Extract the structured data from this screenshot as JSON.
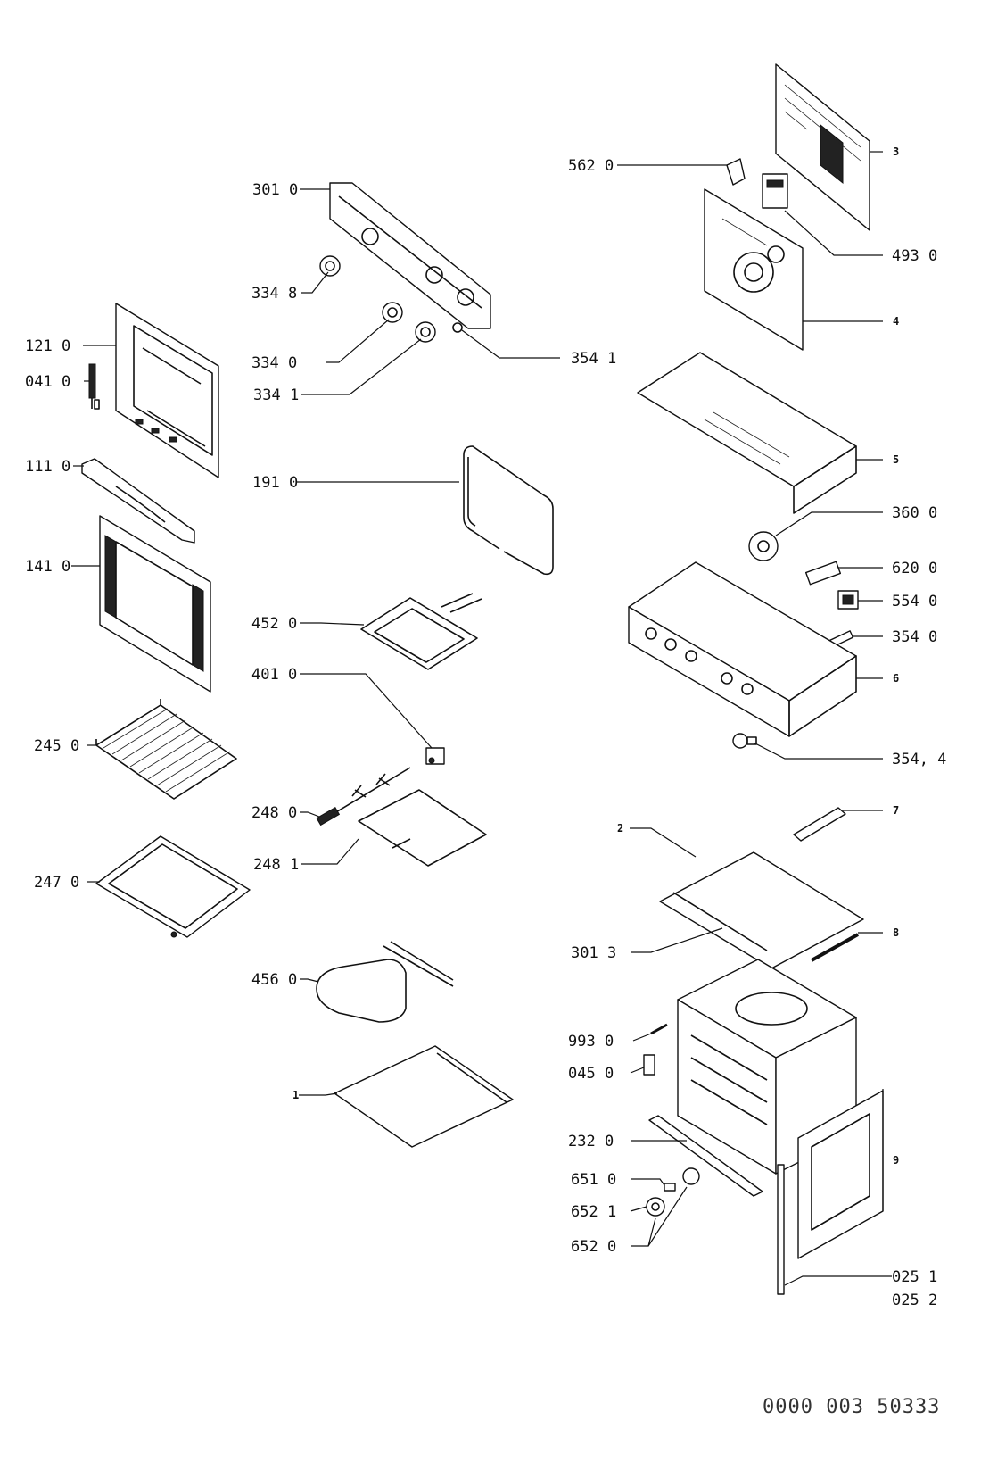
{
  "callouts": {
    "p3010": "301 0",
    "p3348": "334 8",
    "p3340": "334 0",
    "p3341": "334 1",
    "p3541": "354 1",
    "p1210": "121 0",
    "p0410": "041 0",
    "p1110": "111 0",
    "p1410": "141 0",
    "p1910": "191 0",
    "p4520": "452 0",
    "p4010": "401 0",
    "p2450": "245 0",
    "p2480": "248 0",
    "p2481": "248 1",
    "p2470": "247 0",
    "p4560": "456 0",
    "p1": "1",
    "p5620": "562 0",
    "p3": "3",
    "p4930": "493 0",
    "p4": "4",
    "p5": "5",
    "p3600": "360 0",
    "p6200": "620 0",
    "p5540": "554 0",
    "p3540": "354 0",
    "p6": "6",
    "p3544": "354, 4",
    "p7": "7",
    "p2": "2",
    "p3013": "301 3",
    "p8": "8",
    "p9930": "993 0",
    "p0450": "045 0",
    "p2320": "232 0",
    "p9": "9",
    "p6510": "651 0",
    "p6521": "652 1",
    "p6520": "652 0",
    "p0251": "025 1",
    "p0252": "025 2"
  },
  "drawing_reference": "0000 003 50333"
}
